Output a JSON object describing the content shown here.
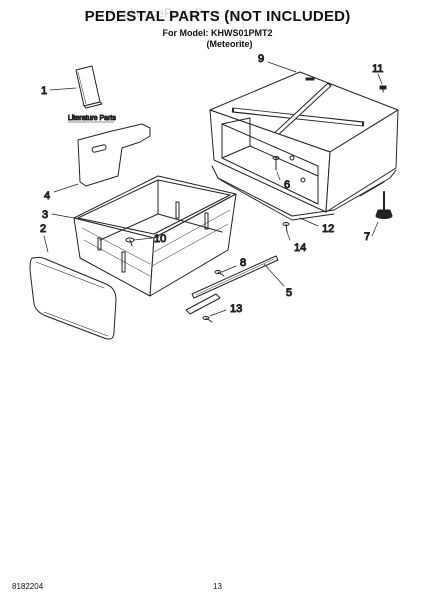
{
  "header": {
    "title": "PEDESTAL PARTS (NOT INCLUDED)",
    "model_line": "For Model: KHWS01PMT2",
    "variant": "(Meteorite)",
    "watermark": "AppliancePartsPros.com"
  },
  "callouts": {
    "c1": "1",
    "c2": "2",
    "c3": "3",
    "c4": "4",
    "c5": "5",
    "c6": "6",
    "c7": "7",
    "c8": "8",
    "c9": "9",
    "c10": "10",
    "c11": "11",
    "c12": "12",
    "c13": "13",
    "c14": "14"
  },
  "literature_label": "Literature Parts",
  "footer": {
    "doc_number": "8182204",
    "page": "13"
  }
}
